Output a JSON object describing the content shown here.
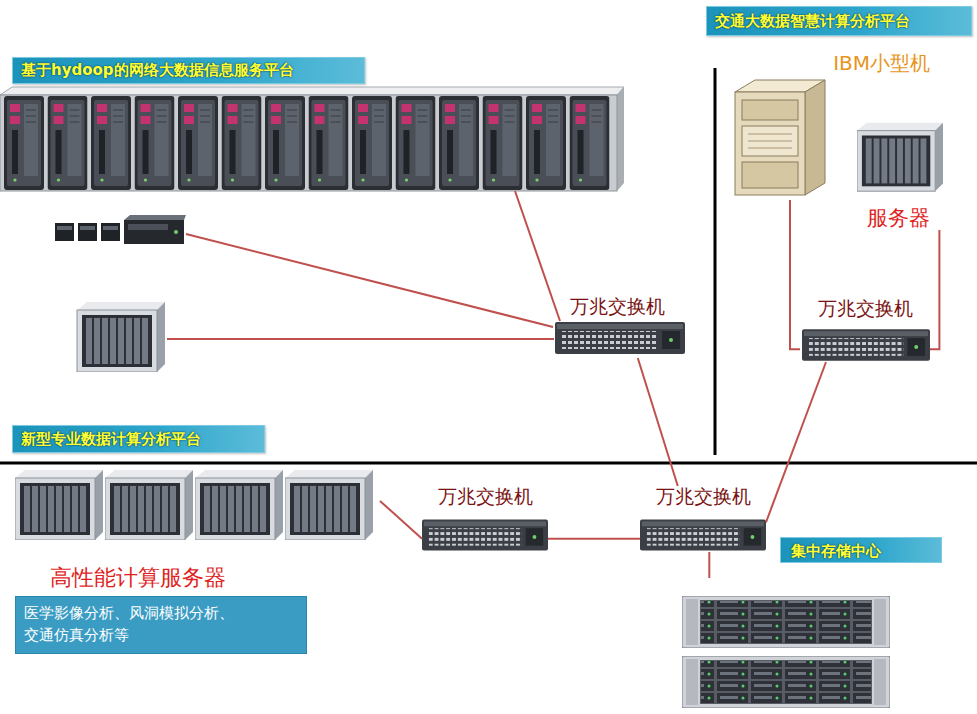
{
  "diagram": {
    "nodes": [
      {
        "text": [
          "基于hydoop的网络大数据信息服务平台"
        ]
      },
      {
        "text": [
          "交通大数据智慧计算分析平台"
        ]
      },
      {
        "text": [
          "IBM小型机"
        ]
      },
      {
        "text": [
          "服务器"
        ]
      },
      {
        "text": [
          "万兆交换机"
        ]
      },
      {
        "text": [
          "万兆交换机"
        ]
      },
      {
        "text": [
          "新型专业数据计算分析平台"
        ]
      },
      {
        "text": [
          "高性能计算服务器"
        ]
      },
      {
        "text": [
          "医学影像分析、风洞模拟分析、 交通仿真分析等"
        ]
      },
      {
        "text": [
          "万兆交换机"
        ]
      },
      {
        "text": [
          "万兆交换机"
        ]
      },
      {
        "text": [
          "集中存储中心"
        ]
      }
    ],
    "edges": [
      {
        "from": 2,
        "to": 5,
        "arrow": "none"
      },
      {
        "from": 3,
        "to": 5,
        "arrow": "none"
      },
      {
        "from": 5,
        "to": 10,
        "arrow": "none"
      },
      {
        "from": 4,
        "to": 10,
        "arrow": "none"
      },
      {
        "from": 9,
        "to": 10,
        "arrow": "none"
      },
      {
        "from": 7,
        "to": 9,
        "arrow": "none"
      },
      {
        "from": 10,
        "to": 11,
        "arrow": "none"
      }
    ]
  }
}
